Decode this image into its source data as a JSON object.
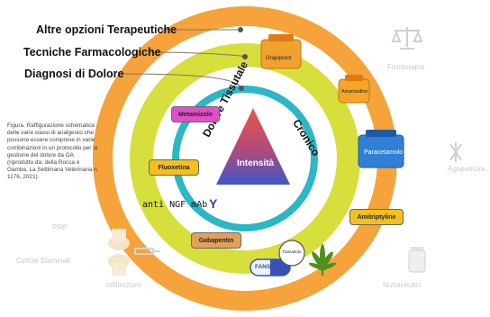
{
  "labels": {
    "altre": "Altre opzioni Terapeutiche",
    "tecniche": "Tecniche Farmacologiche",
    "diagnosi": "Diagnosi di Dolore"
  },
  "caption": "Figura. Raffigurazione schematica delle varie classi di analgesici che possono essere comprese in varie combinazioni in un protocollo per la gestione del dolore da OA (riprodotto da: della Rocca e Gamba, La Settimana Veterinaria n. 1176, 2021).",
  "center": {
    "left_text": "Dolore Tissutale",
    "right_text": "Cronico",
    "pyramid_text": "Intensità"
  },
  "drugs": {
    "grapiprant": "Grapiprant",
    "amantadine": "Amantadine",
    "metamizolo": "Metamizolo",
    "paracetamolo": "Paracetamolo",
    "fluoxetina": "Fluoxetina",
    "amitriptyline": "Amitriptyline",
    "gabapentin": "Gabapentin",
    "fans": "FANS",
    "tramadolo": "Tramadolo",
    "anti_ngf": "anti NGF mAb"
  },
  "outer_options": {
    "fisioterapia": "Fisioterapia",
    "agopuntura": "Agopuntura",
    "prp": "PRP",
    "cellule": "Cellule Staminali",
    "infiltrazioni": "Infiltrazioni",
    "nutraceutici": "Nutraceutici"
  },
  "colors": {
    "outer_ring": "#f5a33a",
    "middle_ring": "#d7df3c",
    "inner_ring": "#2bb7c5",
    "metamizolo_tag": "#e04fc9",
    "yellow_tag": "#f4c01d",
    "gabapentin_tag": "#e2a15b"
  }
}
